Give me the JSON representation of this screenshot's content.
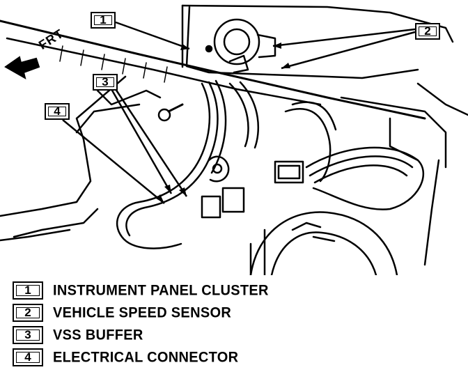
{
  "orientation": {
    "label": "FRT"
  },
  "callouts": [
    "1",
    "2",
    "3",
    "4"
  ],
  "legend": [
    {
      "number": "1",
      "text": "INSTRUMENT PANEL CLUSTER"
    },
    {
      "number": "2",
      "text": "VEHICLE SPEED SENSOR"
    },
    {
      "number": "3",
      "text": "VSS BUFFER"
    },
    {
      "number": "4",
      "text": "ELECTRICAL CONNECTOR"
    }
  ]
}
